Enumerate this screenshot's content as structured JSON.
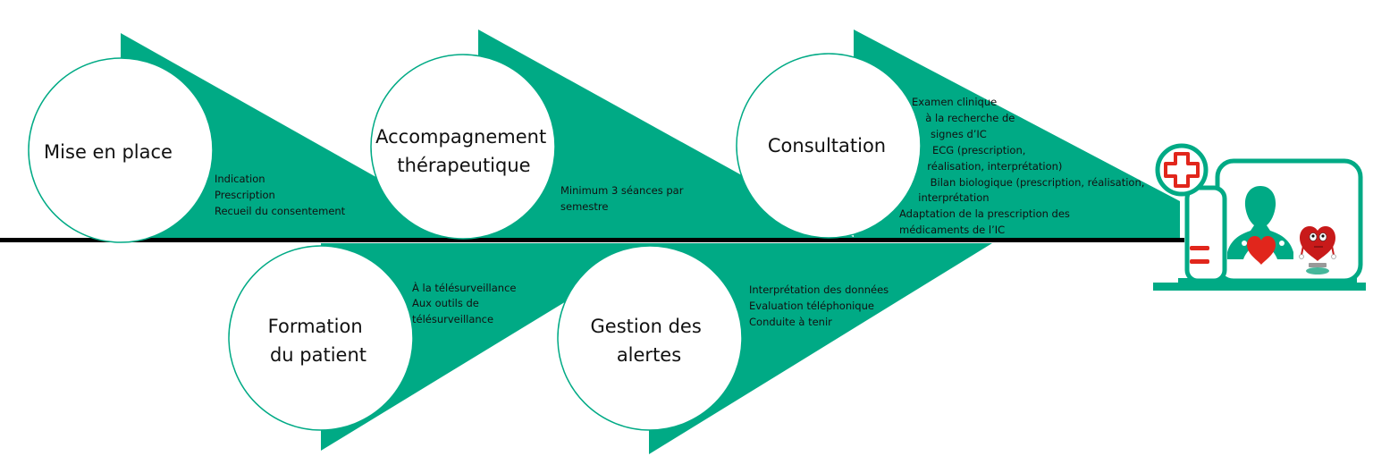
{
  "colors": {
    "accent_green": "#00aa85",
    "timeline": "#000000",
    "circle_fill": "#ffffff",
    "cross_red": "#e1261c",
    "text": "#111111"
  },
  "timeline": {
    "top_steps": [
      {
        "id": "mise-en-place",
        "title_lines": [
          "Mise en place"
        ],
        "details": [
          "Indication",
          "Prescription",
          "Recueil du consentement"
        ]
      },
      {
        "id": "accompagnement",
        "title_lines": [
          "Accompagnement",
          "thérapeutique"
        ],
        "details": [
          "Minimum 3 séances par",
          "semestre"
        ]
      },
      {
        "id": "consultation",
        "title_lines": [
          "Consultation"
        ],
        "details": [
          "Examen clinique",
          "  à la recherche de",
          "   signes d’IC",
          "   ECG (prescription,",
          "  réalisation, interprétation)",
          "    Bilan biologique (prescription, réalisation,",
          "  interprétation",
          "Adaptation de la prescription des",
          "médicaments de l’IC"
        ]
      }
    ],
    "bottom_steps": [
      {
        "id": "formation",
        "title_lines": [
          "Formation",
          "du patient"
        ],
        "details": [
          "À la télésurveillance",
          "Aux outils de",
          "télésurveillance"
        ]
      },
      {
        "id": "gestion-alertes",
        "title_lines": [
          "Gestion des",
          "alertes"
        ],
        "details": [
          "Interprétation des données",
          "Evaluation téléphonique",
          "Conduite à tenir"
        ]
      }
    ]
  },
  "illustration": {
    "icons": [
      "medical-cross-icon",
      "doctor-icon",
      "heart-icon",
      "heart-mascot-icon",
      "equals-icon",
      "monitor-icon"
    ]
  }
}
